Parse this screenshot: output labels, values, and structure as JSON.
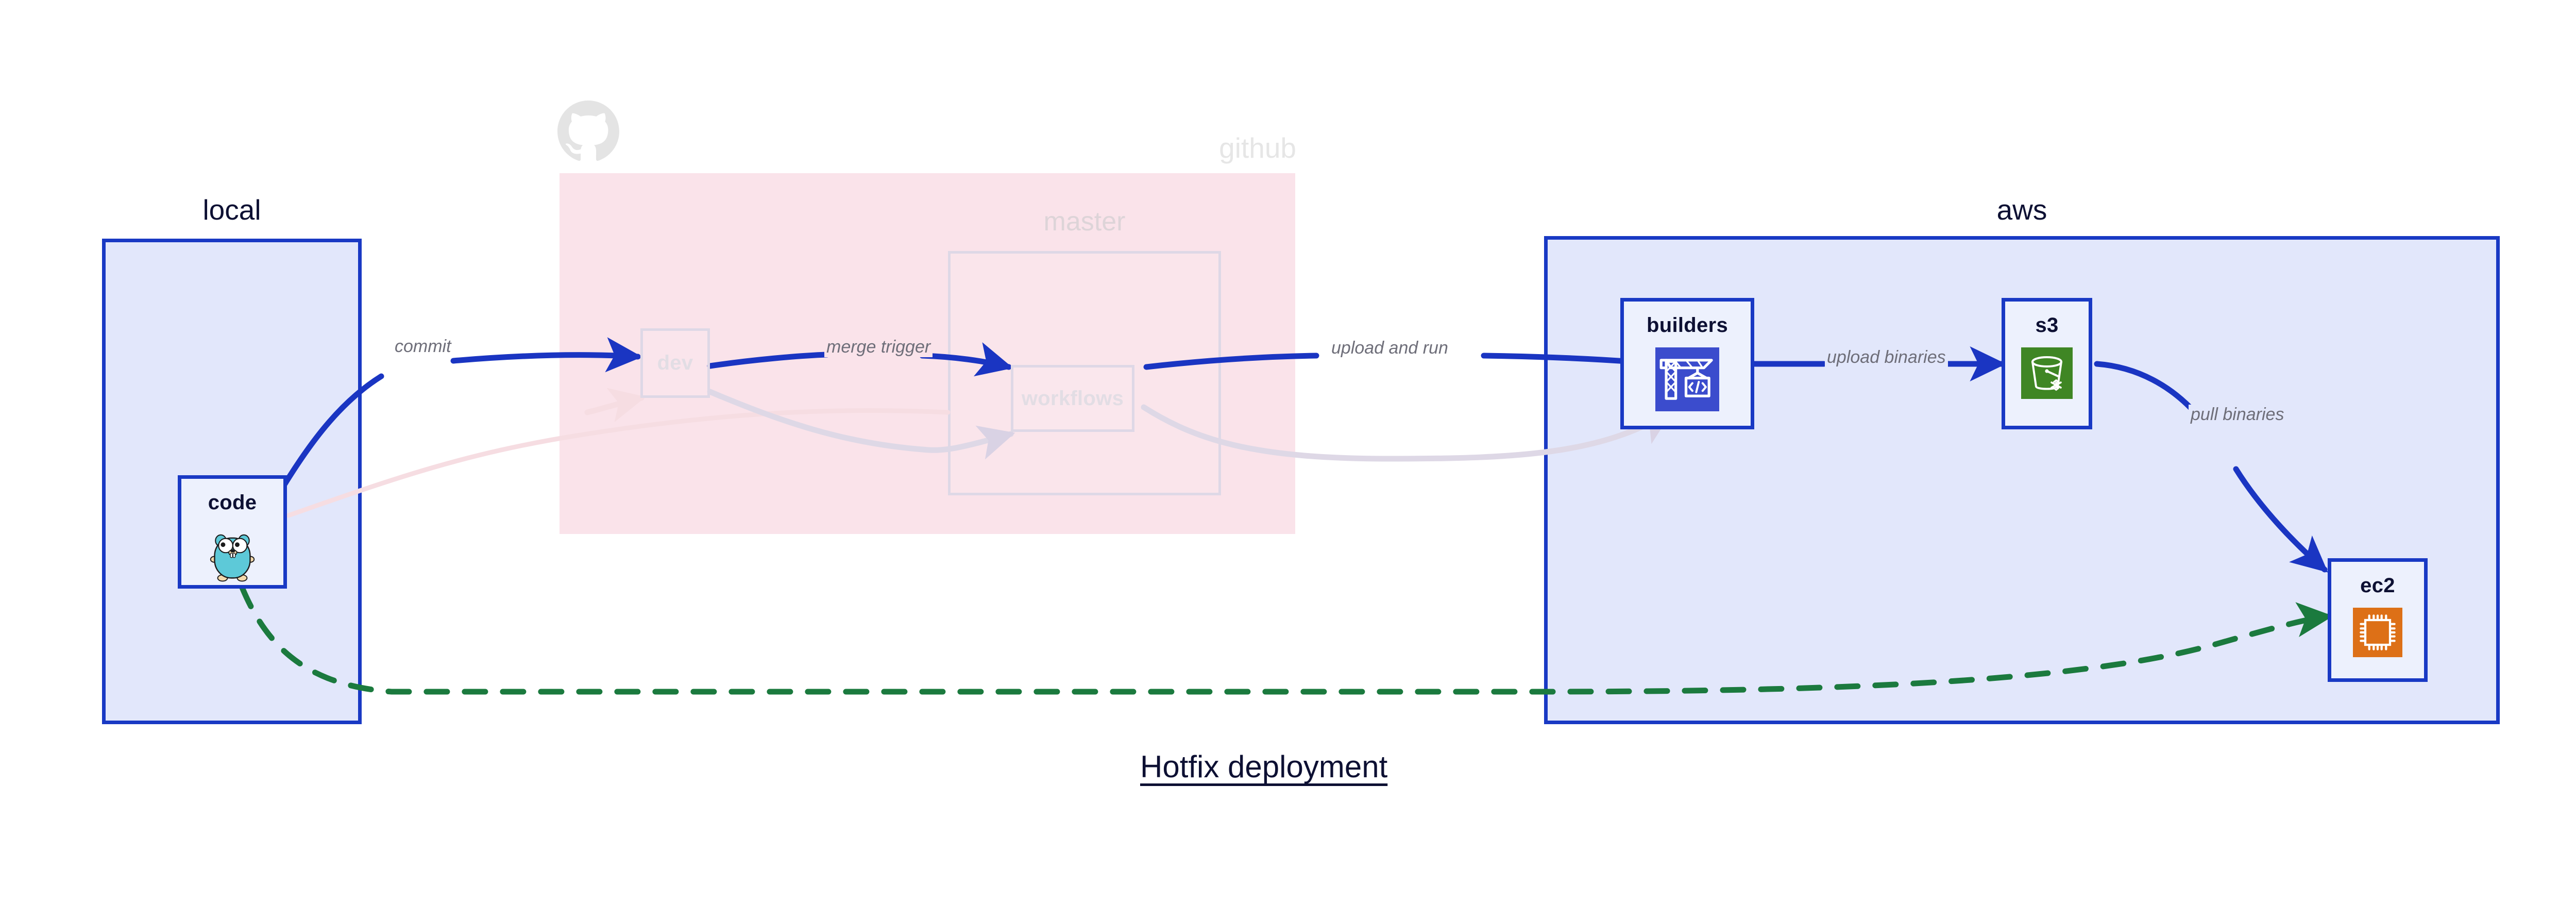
{
  "title": "Hotfix deployment",
  "groups": [
    {
      "id": "local",
      "label": "local",
      "faded": false
    },
    {
      "id": "github",
      "label": "github",
      "faded": true
    },
    {
      "id": "master",
      "label": "master",
      "faded": true
    },
    {
      "id": "aws",
      "label": "aws",
      "faded": false
    }
  ],
  "nodes": [
    {
      "id": "code",
      "label": "code",
      "icon": "go-gopher-icon",
      "state": "active"
    },
    {
      "id": "dev",
      "label": "dev",
      "icon": "none",
      "state": "faded"
    },
    {
      "id": "workflows",
      "label": "workflows",
      "icon": "none",
      "state": "faded"
    },
    {
      "id": "builders",
      "label": "builders",
      "icon": "aws-codebuild-icon",
      "state": "active"
    },
    {
      "id": "s3",
      "label": "s3",
      "icon": "aws-s3-bucket-icon",
      "state": "active"
    },
    {
      "id": "ec2",
      "label": "ec2",
      "icon": "aws-ec2-chip-icon",
      "state": "active"
    }
  ],
  "edges": [
    {
      "id": "commit",
      "label": "commit",
      "from": "code",
      "to": "dev",
      "style": "solid-blue"
    },
    {
      "id": "merge-trigger",
      "label": "merge trigger",
      "from": "dev",
      "to": "workflows",
      "style": "solid-blue"
    },
    {
      "id": "upload-and-run",
      "label": "upload and run",
      "from": "workflows",
      "to": "builders",
      "style": "solid-blue"
    },
    {
      "id": "upload-binaries",
      "label": "upload binaries",
      "from": "builders",
      "to": "s3",
      "style": "solid-blue"
    },
    {
      "id": "pull-binaries",
      "label": "pull binaries",
      "from": "s3",
      "to": "ec2",
      "style": "solid-blue"
    },
    {
      "id": "hotfix",
      "label": "",
      "from": "code",
      "to": "ec2",
      "style": "dashed-green"
    },
    {
      "id": "ghost-a",
      "label": "",
      "from": "code",
      "to": "workflows",
      "style": "ghost"
    },
    {
      "id": "ghost-b",
      "label": "",
      "from": "workflows",
      "to": "builders",
      "style": "ghost"
    }
  ],
  "colors": {
    "blue_border": "#1939c4",
    "blue_fill": "#e2e7fb",
    "pink_fill": "#fae3ea",
    "edge_blue": "#1a35c2",
    "edge_green": "#1b7a3e",
    "ghost": "#ded8e6",
    "text_dark": "#0d1033",
    "label_gray": "#6e6e79"
  }
}
